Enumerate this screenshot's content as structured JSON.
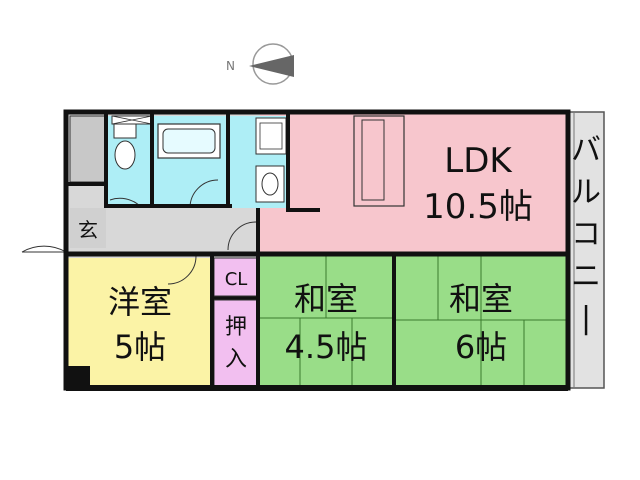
{
  "compass": {
    "north_label": "N"
  },
  "rooms": {
    "ldk": {
      "name": "LDK",
      "size": "10.5帖",
      "color": "#f7c6cd"
    },
    "western": {
      "name": "洋室",
      "size": "5帖",
      "color": "#fbf3a6"
    },
    "washitsu_a": {
      "name": "和室",
      "size": "4.5帖",
      "color": "#99dd88"
    },
    "washitsu_b": {
      "name": "和室",
      "size": "6帖",
      "color": "#99dd88"
    },
    "entrance": {
      "name": "玄",
      "color": "#d8d8d8"
    },
    "closet": {
      "name": "CL",
      "color": "#f2bff0"
    },
    "oshiire": {
      "name": "押入",
      "color": "#f2bff0"
    },
    "balcony": {
      "name": "バルコニー",
      "color": "#e2e2e2"
    },
    "wet_area": {
      "color": "#aeeef6"
    }
  },
  "wall_color": "#111111"
}
